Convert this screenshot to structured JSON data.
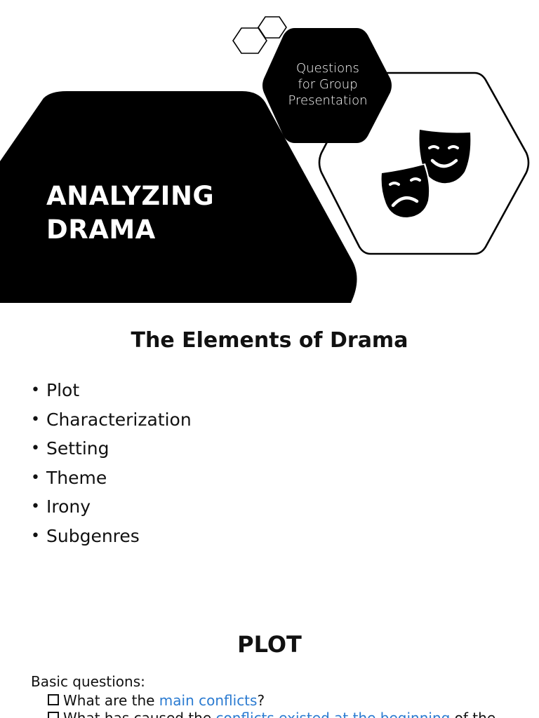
{
  "slide1": {
    "subtitle_lines": [
      "Questions",
      "for Group",
      "Presentation"
    ],
    "title_lines": [
      "ANALYZING",
      "DRAMA"
    ],
    "icons": [
      "comedy-mask-icon",
      "tragedy-mask-icon"
    ]
  },
  "slide2": {
    "title": "The Elements of Drama",
    "bullets": [
      "Plot",
      "Characterization",
      "Setting",
      "Theme",
      "Irony",
      "Subgenres"
    ]
  },
  "slide3": {
    "title": "PLOT",
    "intro": "Basic questions:",
    "q1": {
      "prefix": "What are the ",
      "link": "main conflicts",
      "suffix": "?"
    },
    "q2": {
      "prefix": "What has caused the ",
      "link": "conflicts existed at the beginning",
      "suffix": " of the"
    }
  },
  "colors": {
    "shape": "#000000",
    "link": "#2b7bd1"
  }
}
